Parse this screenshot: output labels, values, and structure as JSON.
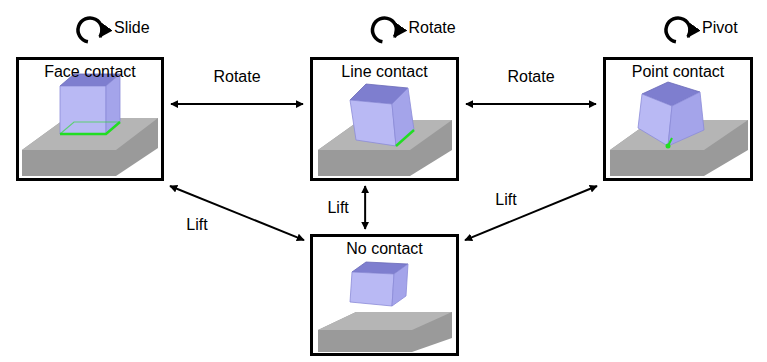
{
  "diagram": {
    "nodes": [
      {
        "text": [
          "Face contact"
        ]
      },
      {
        "text": [
          "Line contact"
        ]
      },
      {
        "text": [
          "Point contact"
        ]
      },
      {
        "text": [
          "No contact"
        ]
      }
    ],
    "edges": [
      {
        "from": 0,
        "to": 0,
        "label": "Slide",
        "arrow": "to"
      },
      {
        "from": 1,
        "to": 1,
        "label": "Rotate",
        "arrow": "to"
      },
      {
        "from": 2,
        "to": 2,
        "label": "Pivot",
        "arrow": "to"
      },
      {
        "from": 0,
        "to": 1,
        "label": "Rotate",
        "arrow": "both"
      },
      {
        "from": 1,
        "to": 2,
        "label": "Rotate",
        "arrow": "both"
      },
      {
        "from": 0,
        "to": 3,
        "label": "Lift",
        "arrow": "both"
      },
      {
        "from": 1,
        "to": 3,
        "label": "Lift",
        "arrow": "both"
      },
      {
        "from": 2,
        "to": 3,
        "label": "Lift",
        "arrow": "both"
      }
    ]
  }
}
